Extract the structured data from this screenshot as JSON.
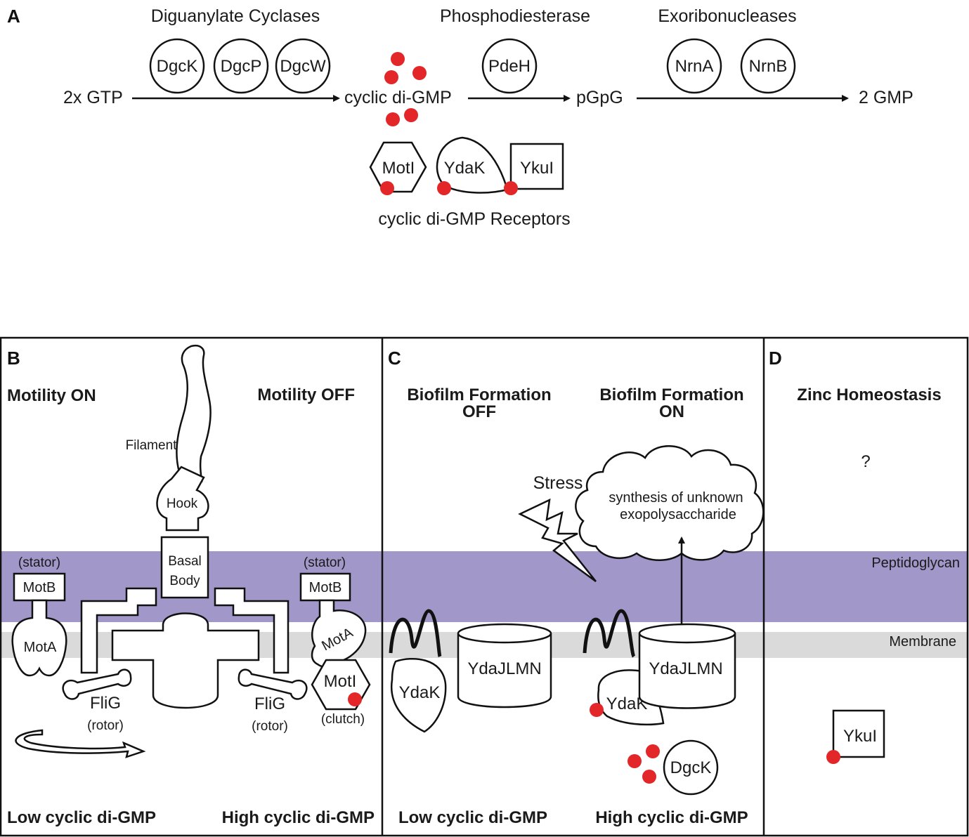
{
  "panels": {
    "A": "A",
    "B": "B",
    "C": "C",
    "D": "D"
  },
  "panel_a": {
    "group_dgc": "Diguanylate Cyclases",
    "group_pde": "Phosphodiesterase",
    "group_exo": "Exoribonucleases",
    "dgck": "DgcK",
    "dgcp": "DgcP",
    "dgcw": "DgcW",
    "pdeh": "PdeH",
    "nrna": "NrnA",
    "nrnb": "NrnB",
    "gtp": "2x GTP",
    "cdg": "cyclic di-GMP",
    "pgpg": "pGpG",
    "gmp": "2 GMP",
    "moti": "MotI",
    "ydak": "YdaK",
    "ykui": "YkuI",
    "receptors": "cyclic di-GMP Receptors"
  },
  "panel_b": {
    "title_left": "Motility ON",
    "title_right": "Motility OFF",
    "filament": "Filament",
    "hook": "Hook",
    "basal_1": "Basal",
    "basal_2": "Body",
    "stator_left": "(stator)",
    "stator_right": "(stator)",
    "motb_left": "MotB",
    "motb_right": "MotB",
    "mota_left": "MotA",
    "mota_right": "MotA",
    "moti": "MotI",
    "clutch": "(clutch)",
    "flig_left": "FliG",
    "rotor_left": "(rotor)",
    "flig_right": "FliG",
    "rotor_right": "(rotor)",
    "foot_left": "Low cyclic di-GMP",
    "foot_right": "High cyclic di-GMP"
  },
  "panel_c": {
    "title_left_1": "Biofilm Formation",
    "title_left_2": "OFF",
    "title_right_1": "Biofilm Formation",
    "title_right_2": "ON",
    "stress": "Stress",
    "cloud_1": "synthesis of unknown",
    "cloud_2": "exopolysaccharide",
    "ydak_left": "YdaK",
    "ydajlmn_left": "YdaJLMN",
    "ydak_right": "YdaK",
    "ydajlmn_right": "YdaJLMN",
    "dgck": "DgcK",
    "foot_left": "Low cyclic di-GMP",
    "foot_right": "High cyclic di-GMP"
  },
  "panel_d": {
    "title": "Zinc Homeostasis",
    "question": "?",
    "peptidoglycan": "Peptidoglycan",
    "membrane": "Membrane",
    "ykui": "YkuI"
  },
  "colors": {
    "cyclic_di_gmp_dot": "#e32628",
    "peptidoglycan": "#a197c9",
    "membrane": "#d9dad9"
  }
}
